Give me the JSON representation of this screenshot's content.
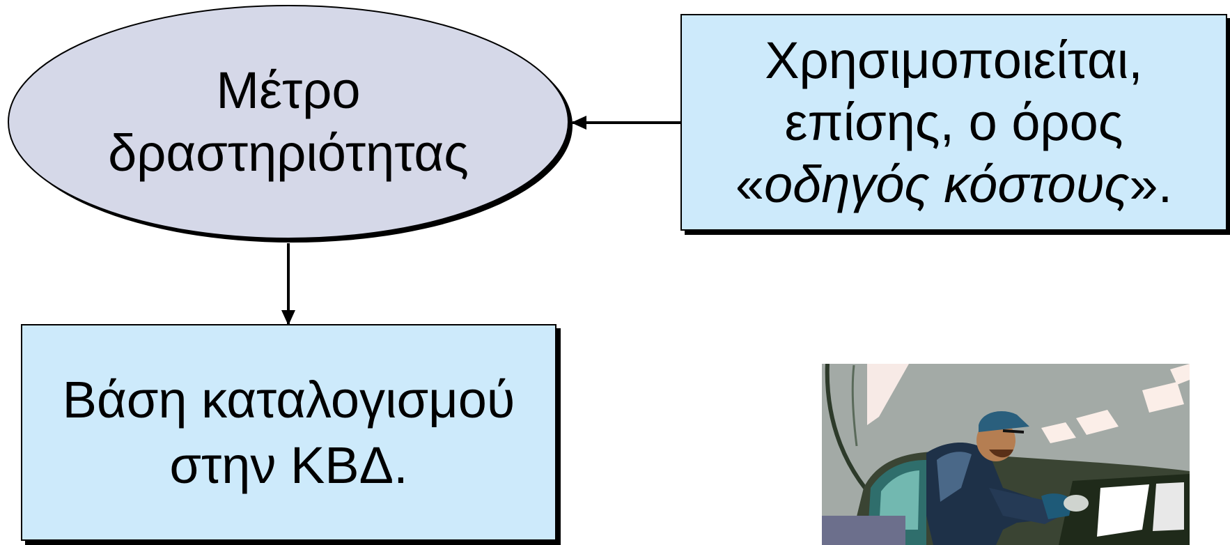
{
  "colors": {
    "ellipse_fill": "#d5d8e8",
    "box_fill": "#cdeafb",
    "outline": "#000000",
    "background": "#ffffff"
  },
  "ellipse": {
    "line1": "Μέτρο",
    "line2": "δραστηριότητας"
  },
  "right_box": {
    "line1": "Χρησιμοποιείται,",
    "line2": "επίσης, ο όρος",
    "quote_open": "«",
    "term": "οδηγός κόστους",
    "quote_close": "».",
    "arrow_target": "ellipse"
  },
  "left_box": {
    "line1": "Βάση καταλογισμού",
    "line2": "στην ΚΒΔ."
  },
  "clipart": {
    "subject": "factory-worker-assembly-line-illustration"
  }
}
